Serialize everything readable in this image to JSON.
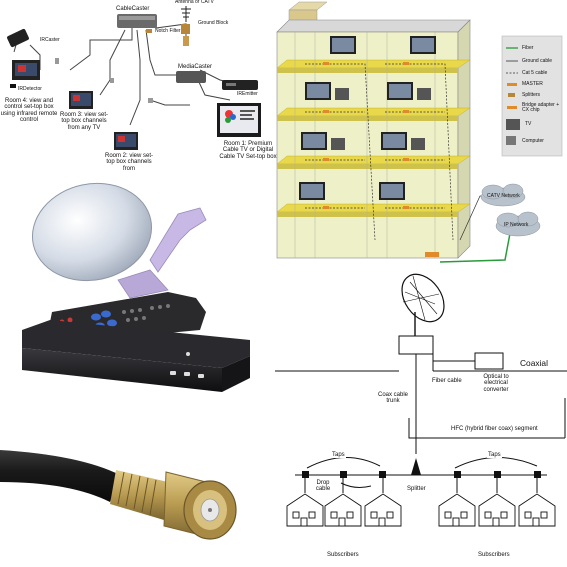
{
  "home_network": {
    "cablecaster_label": "CableCaster",
    "antenna_label": "Antenna or CATV",
    "ground_block_label": "Ground Block",
    "notch_filter_label": "Notch Filter",
    "ircaster_label": "IRCaster",
    "irdetector_label": "IRDetector",
    "mediacaster_label": "MediaCaster",
    "iremitter_label": "IREmitter",
    "room4_label": "Room 4: view and control set-top box using infrared remote control",
    "room3_label": "Room 3: view set-top box channels from any TV",
    "room2_label": "Room 2: view set-top box channels from",
    "room1_label": "Room 1: Premium Cable TV or Digital Cable TV Set-top box"
  },
  "building": {
    "legend": [
      "Fiber",
      "Ground cable",
      "Cat 5 cable",
      "MASTER",
      "Splitters",
      "Bridge adapter + CX chip",
      "TV",
      "Computer"
    ],
    "catv_network_label": "CATV Network",
    "ip_network_label": "IP Network"
  },
  "hfc": {
    "coaxial_label": "Coaxial",
    "fiber_cable_label": "Fiber cable",
    "converter_label": "Optical to electrical converter",
    "coax_trunk_label": "Coax cable trunk",
    "segment_label": "HFC (hybrid fiber coax) segment",
    "taps_left_label": "Taps",
    "taps_right_label": "Taps",
    "drop_cable_label": "Drop cable",
    "splitter_label": "Splitter",
    "subscribers_left_label": "Subscribers",
    "subscribers_right_label": "Subscribers"
  },
  "colors": {
    "building_wall": "#eef0c8",
    "floor_yellow": "#e8d84a",
    "fiber_green": "#2a9a3a",
    "dish_white": "#dfe6f0",
    "dish_arm": "#c8b8e6",
    "box_black": "#1d1d1f",
    "cable_black": "#1a1a1a",
    "connector_gold": "#b89a50"
  }
}
